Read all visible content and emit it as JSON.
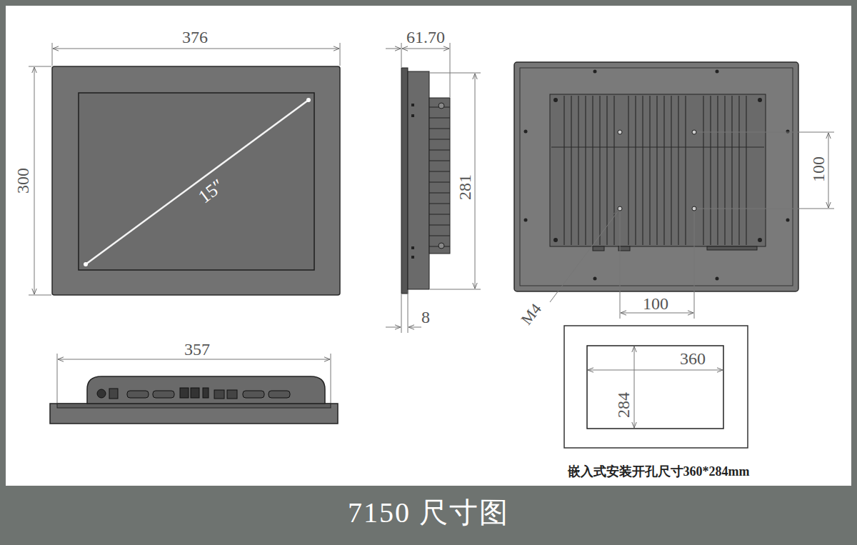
{
  "diagram": {
    "title": "7150 尺寸图",
    "labels": [
      "376",
      "300",
      "15″",
      "61.70",
      "281",
      "8",
      "100",
      "100",
      "M4",
      "357",
      "360",
      "284",
      "嵌入式安装开孔尺寸360*284mm"
    ]
  }
}
